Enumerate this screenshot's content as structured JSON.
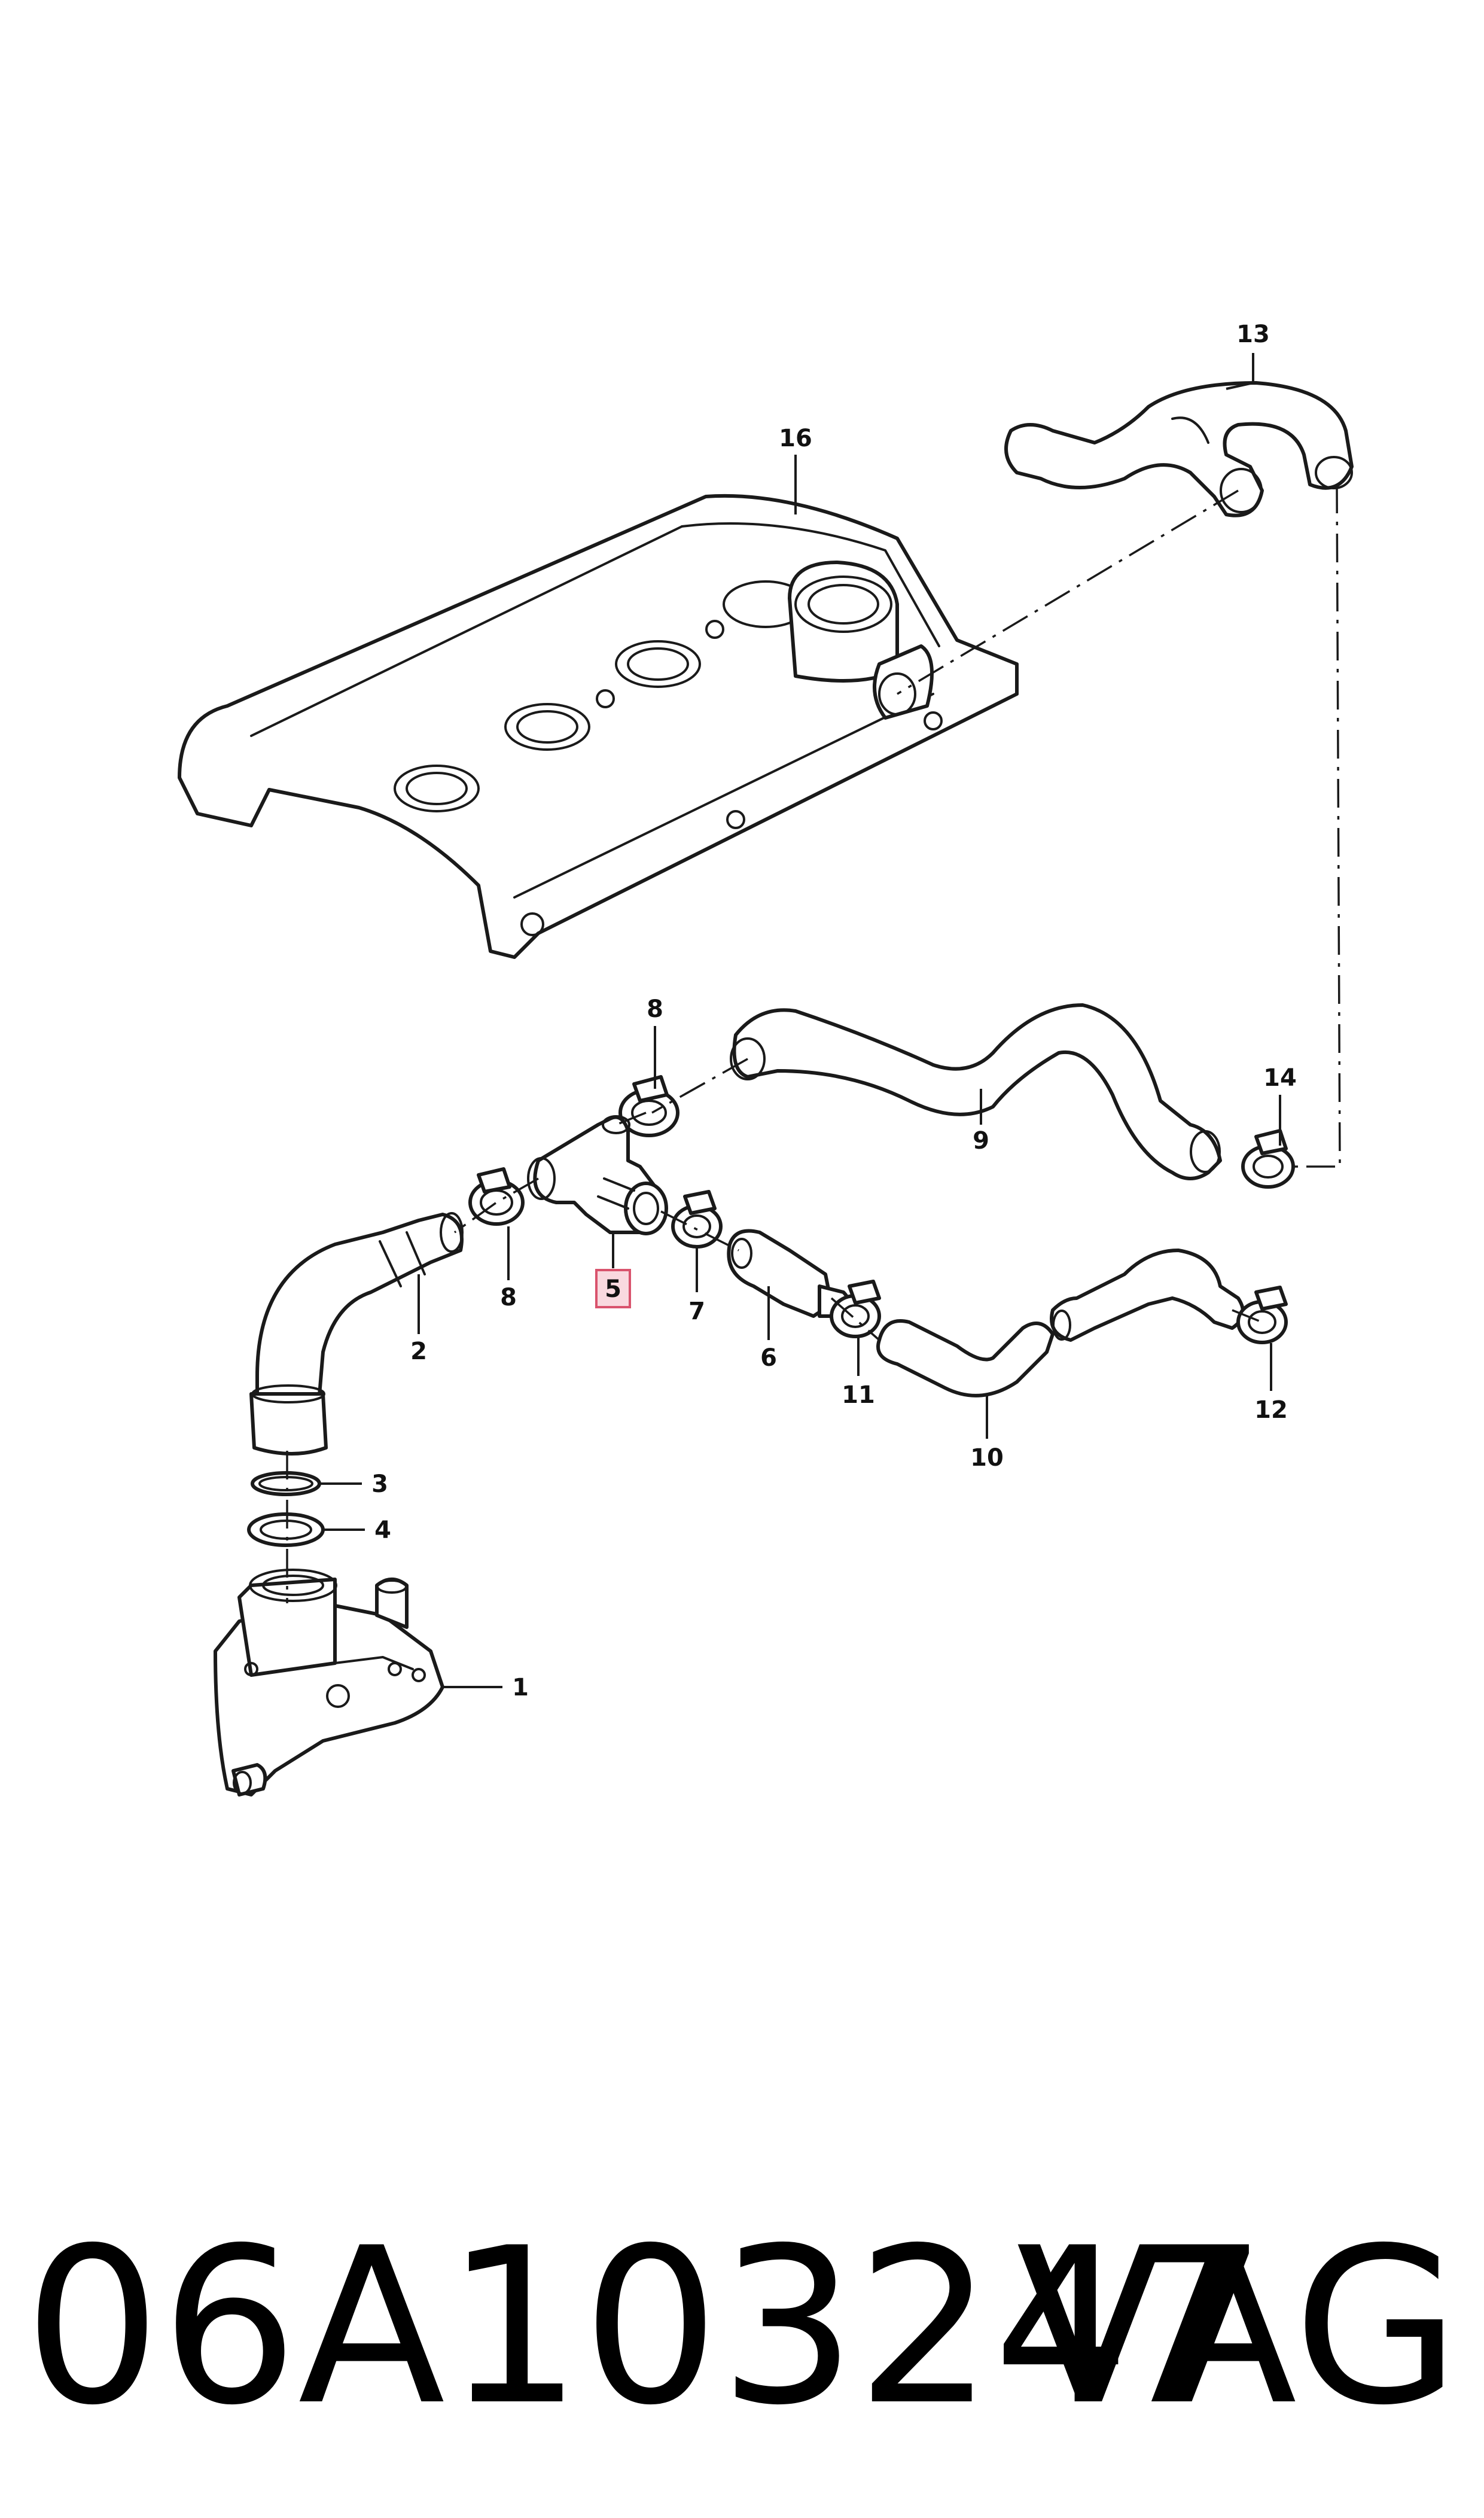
{
  "callouts": {
    "c1": "1",
    "c2": "2",
    "c3": "3",
    "c4": "4",
    "c5": "5",
    "c6": "6",
    "c7": "7",
    "c8a": "8",
    "c8b": "8",
    "c9": "9",
    "c10": "10",
    "c11": "11",
    "c12": "12",
    "c13": "13",
    "c14": "14",
    "c16": "16"
  },
  "highlight": {
    "callout": "5",
    "fill": "#f9d9df",
    "stroke": "#d9536d"
  },
  "caption": {
    "part_number": "06A103247",
    "brand": "VAG"
  }
}
